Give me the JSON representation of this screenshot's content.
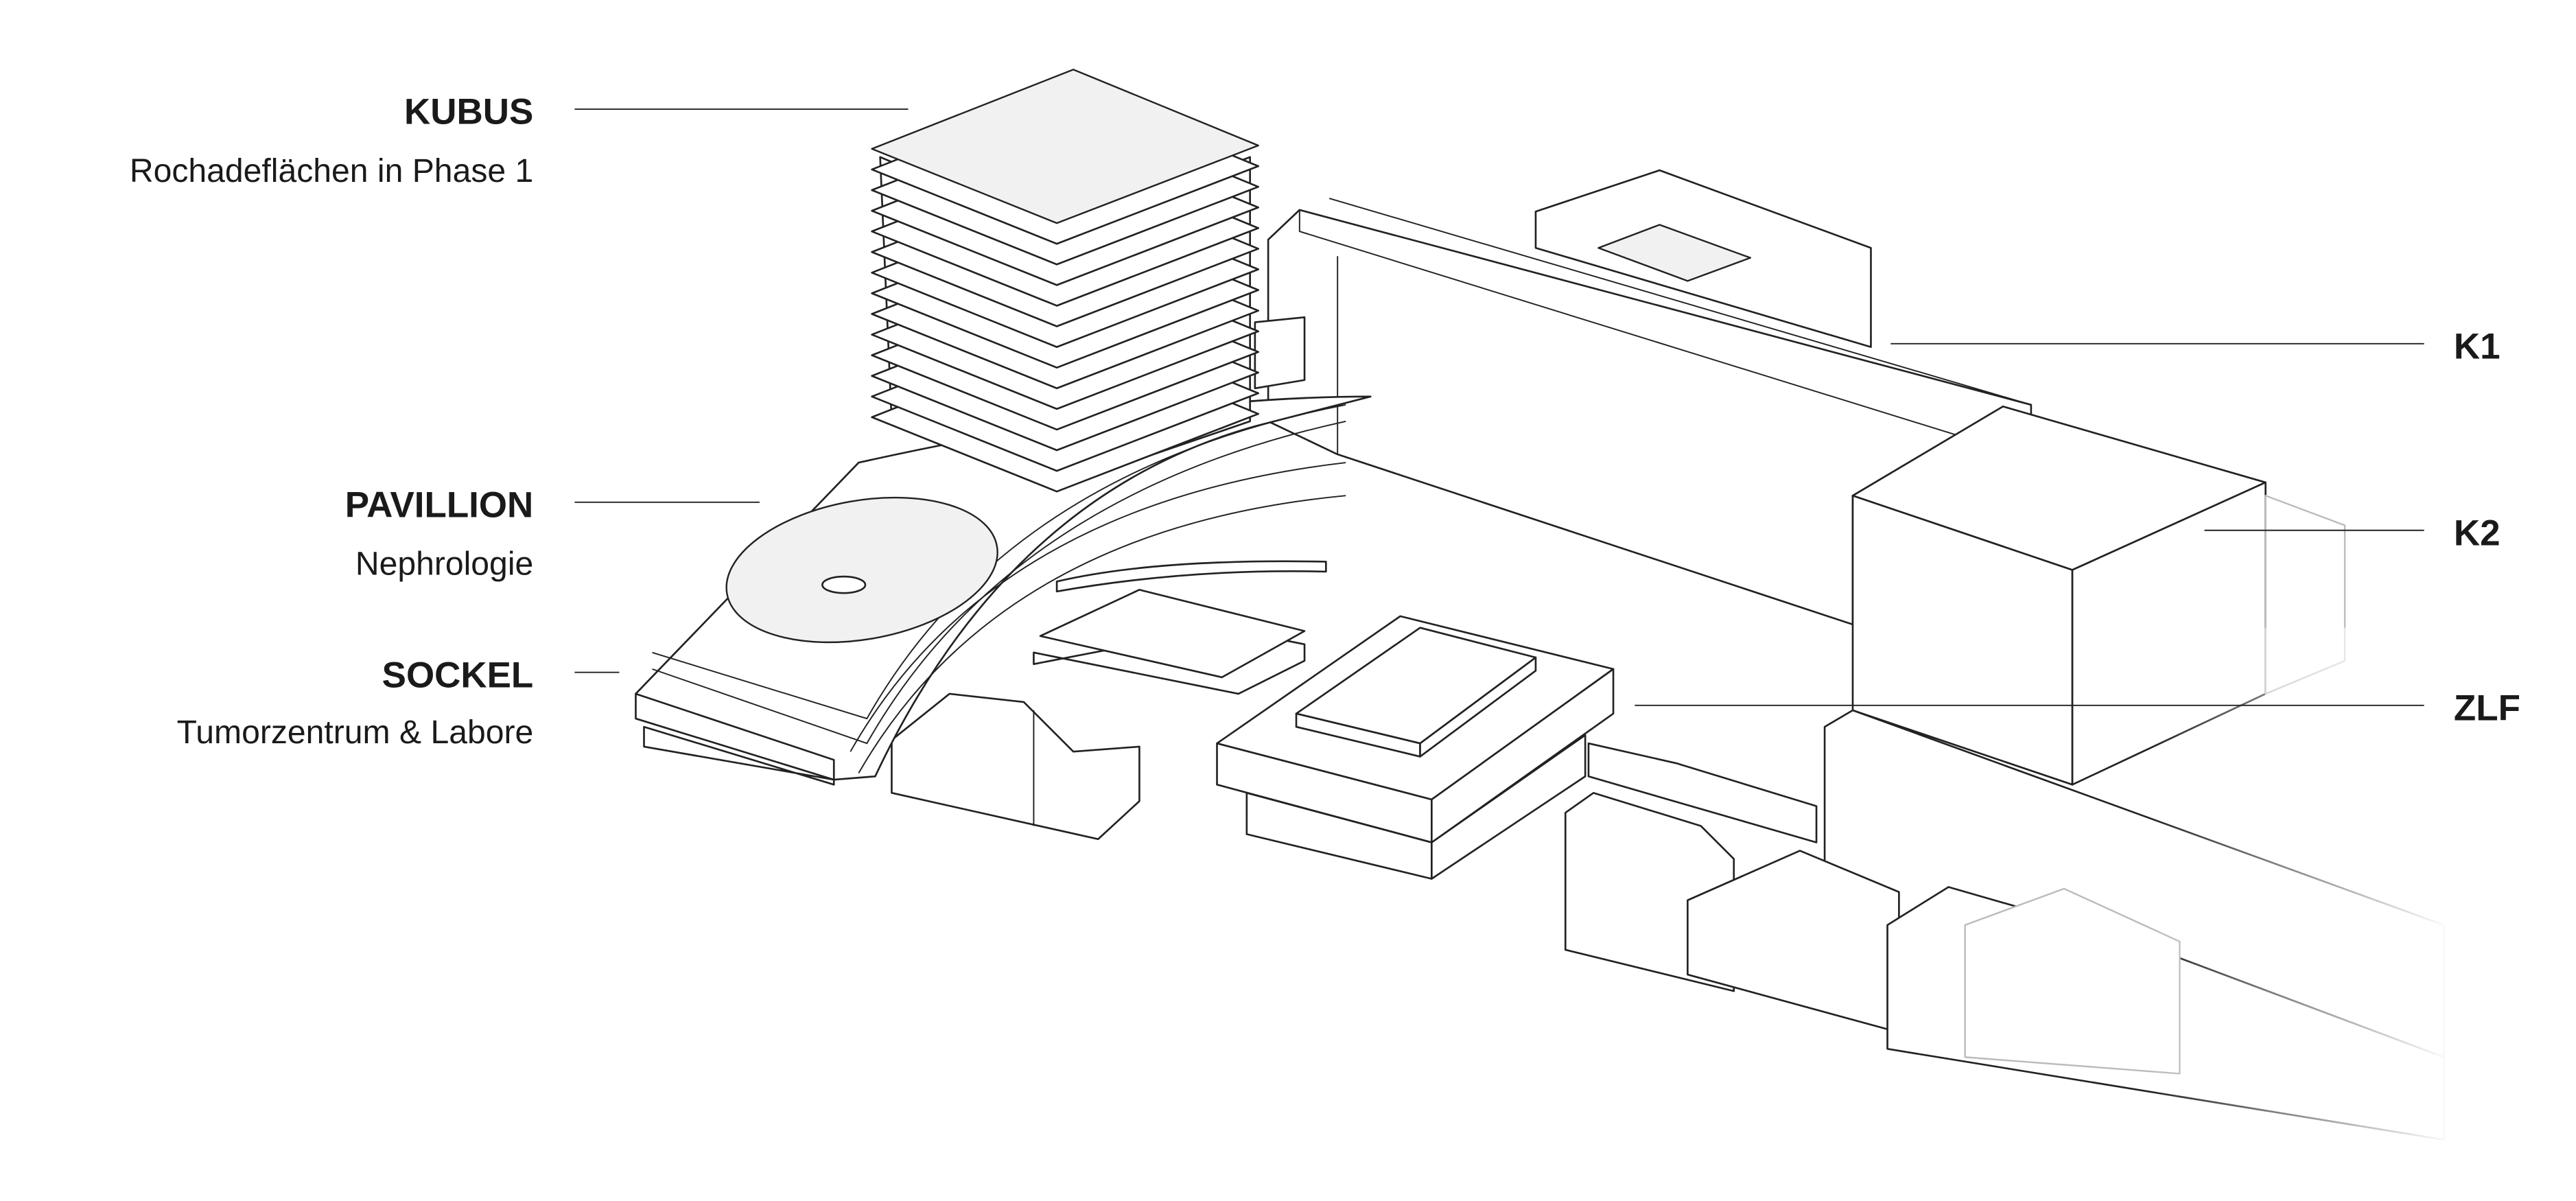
{
  "labels": {
    "kubus": {
      "title": "KUBUS",
      "subtitle": "Rochadeflächen in Phase 1"
    },
    "pavillion": {
      "title": "PAVILLION",
      "subtitle": "Nephrologie"
    },
    "sockel": {
      "title": "SOCKEL",
      "subtitle": "Tumorzentrum & Labore"
    },
    "k1": {
      "title": "K1"
    },
    "k2": {
      "title": "K2"
    },
    "zlf": {
      "title": "ZLF"
    }
  }
}
